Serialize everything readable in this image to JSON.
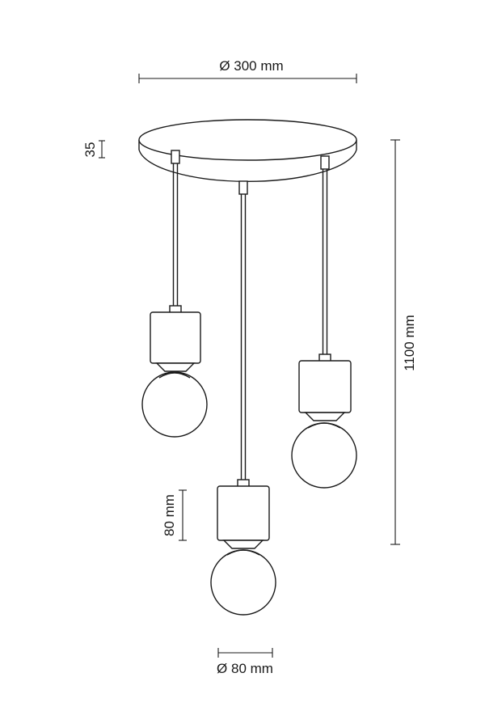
{
  "dimensions": {
    "canopy_diameter": "Ø 300 mm",
    "canopy_height": "35",
    "total_height": "1100 mm",
    "socket_height": "80 mm",
    "bulb_diameter": "Ø 80 mm"
  },
  "colors": {
    "line": "#1a1a1a",
    "background": "#ffffff"
  }
}
